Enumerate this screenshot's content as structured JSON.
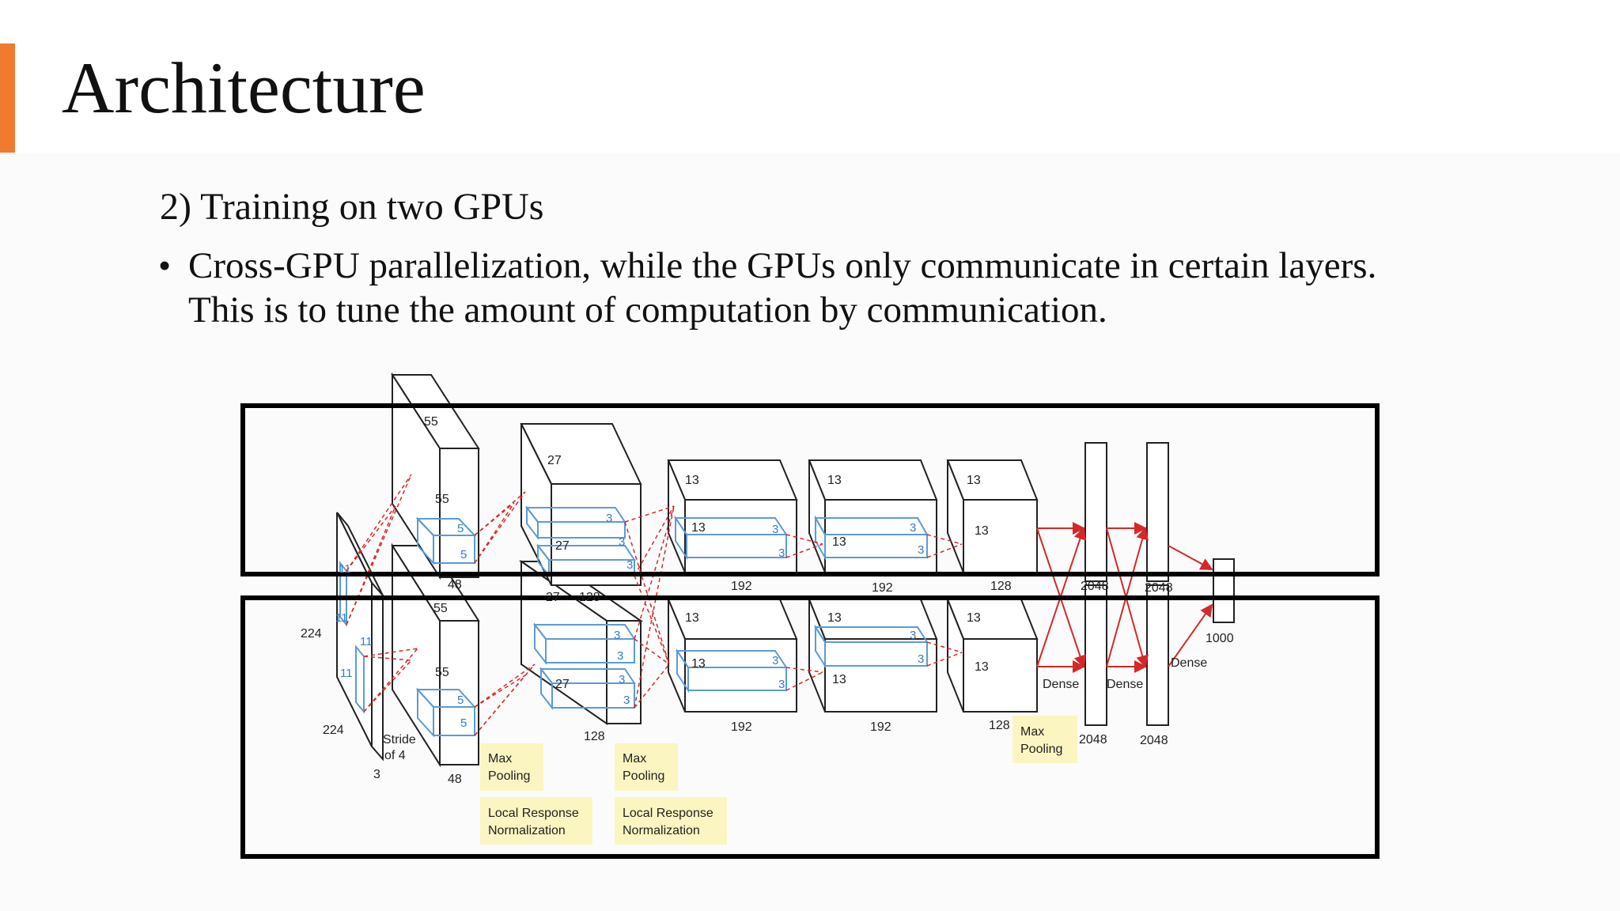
{
  "slide": {
    "title": "Architecture",
    "subheading": "2) Training on two GPUs",
    "bullet": "Cross-GPU parallelization, while the GPUs only communicate in certain layers. This is to tune the amount of computation by communication."
  },
  "colors": {
    "accent": "#f07b2f",
    "kernel": "#5b9bd5",
    "connection": "#d62828",
    "note_bg": "#fbf5c2"
  },
  "diagram": {
    "input": {
      "dim_224_a": "224",
      "dim_224_b": "224",
      "channels": "3",
      "kernel_11_a": "11",
      "kernel_11_b": "11",
      "kernel_11_c": "11",
      "kernel_11_d": "11",
      "stride": "Stride",
      "stride_of": "of 4"
    },
    "conv1": {
      "top_55_a": "55",
      "top_55_b": "55",
      "top_48": "48",
      "bot_55_a": "55",
      "bot_55_b": "55",
      "bot_48": "48",
      "k5_a": "5",
      "k5_b": "5",
      "k5_c": "5",
      "k5_d": "5"
    },
    "conv2": {
      "top_27_a": "27",
      "top_27_b": "27",
      "top_27_c": "27",
      "top_128": "128",
      "bot_27": "27",
      "bot_128": "128",
      "k3_a": "3",
      "k3_b": "3",
      "k3_c": "3",
      "k3_d": "3",
      "k3_e": "3",
      "k3_f": "3",
      "k3_g": "3"
    },
    "conv3": {
      "top_13_a": "13",
      "top_13_b": "13",
      "top_192": "192",
      "bot_13_a": "13",
      "bot_13_b": "13",
      "bot_192": "192",
      "k3_a": "3",
      "k3_b": "3",
      "k3_c": "3",
      "k3_d": "3"
    },
    "conv4": {
      "top_13_a": "13",
      "top_13_b": "13",
      "top_192": "192",
      "bot_13_a": "13",
      "bot_13_b": "13",
      "bot_192": "192",
      "k3_a": "3",
      "k3_b": "3",
      "k3_c": "3",
      "k3_d": "3"
    },
    "conv5": {
      "top_13_a": "13",
      "top_13_b": "13",
      "top_128": "128",
      "bot_13_a": "13",
      "bot_13_b": "13",
      "bot_128": "128"
    },
    "dense": {
      "top_2048_a": "2048",
      "top_2048_b": "2048",
      "bot_2048_a": "2048",
      "bot_2048_b": "2048",
      "dense_a": "Dense",
      "dense_b": "Dense",
      "dense_c": "Dense",
      "output_1000": "1000"
    },
    "notes": {
      "max_pool_1_a": "Max",
      "max_pool_1_b": "Pooling",
      "max_pool_2_a": "Max",
      "max_pool_2_b": "Pooling",
      "max_pool_3_a": "Max",
      "max_pool_3_b": "Pooling",
      "lrn_1_a": "Local Response",
      "lrn_1_b": "Normalization",
      "lrn_2_a": "Local Response",
      "lrn_2_b": "Normalization"
    }
  }
}
